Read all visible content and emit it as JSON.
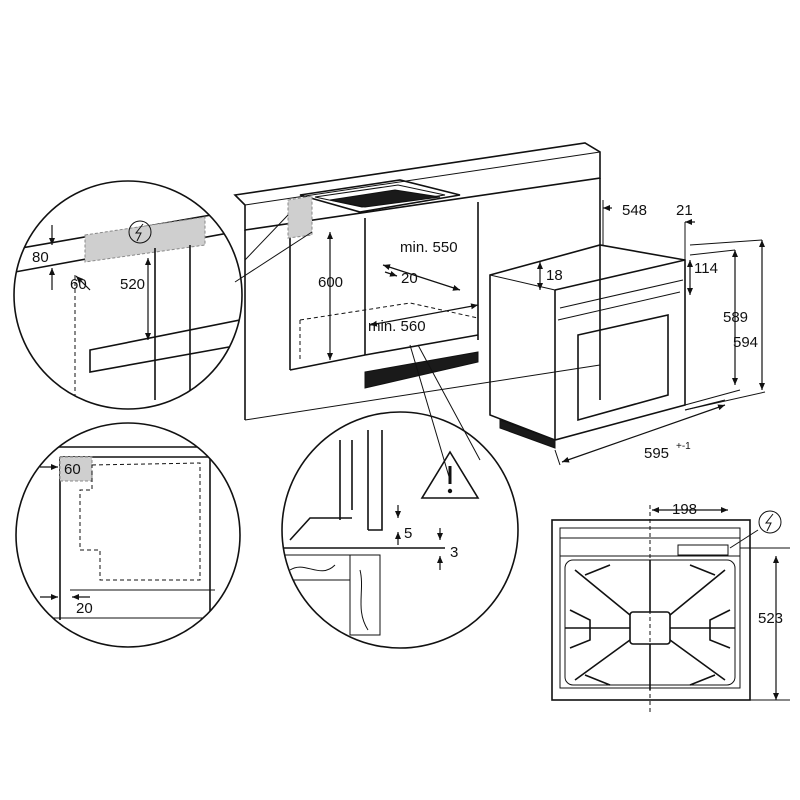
{
  "dimensions": {
    "niche_height": "600",
    "niche_depth": "min. 550",
    "niche_width": "min. 560",
    "niche_gap": "20",
    "oven_depth": "548",
    "front_thickness": "21",
    "panel_height": "114",
    "top_offset": "18",
    "inner_height": "589",
    "outer_height": "594",
    "width": "595",
    "width_tolerance": "+-1",
    "detail_top_80": "80",
    "detail_top_60": "60",
    "detail_top_520": "520",
    "detail_side_60": "60",
    "detail_side_20": "20",
    "detail_gap_5": "5",
    "detail_gap_3": "3",
    "cable_offset": "198",
    "cable_height": "523"
  },
  "icons": {
    "warning": "warning-triangle-icon",
    "electric": "electric-connection-icon"
  },
  "colors": {
    "line": "#111111",
    "shade": "#cfcfcf",
    "dark": "#1a1a1a"
  }
}
